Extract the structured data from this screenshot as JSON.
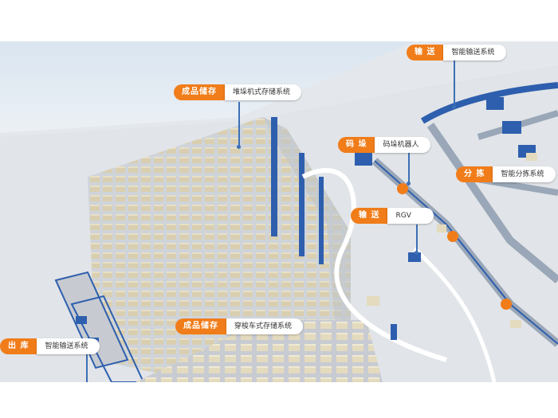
{
  "colors": {
    "accent": "#f07d1a",
    "leader": "#3b6fb6",
    "rack_blue": "#2e5fae",
    "box": "#d9cfb0",
    "floor": "#dfe3e8"
  },
  "callouts": [
    {
      "id": "storage-stacker",
      "tag": "成品储存",
      "label": "堆垛机式存储系统"
    },
    {
      "id": "conveying-top",
      "tag": "输 送",
      "label": "智能输送系统"
    },
    {
      "id": "palletizing",
      "tag": "码 垛",
      "label": "码垛机器人"
    },
    {
      "id": "sorting",
      "tag": "分 拣",
      "label": "智能分拣系统"
    },
    {
      "id": "conveying-rgv",
      "tag": "输 送",
      "label": "RGV"
    },
    {
      "id": "storage-shuttle",
      "tag": "成品储存",
      "label": "穿梭车式存储系统"
    },
    {
      "id": "outbound",
      "tag": "出 库",
      "label": "智能输送系统"
    }
  ]
}
